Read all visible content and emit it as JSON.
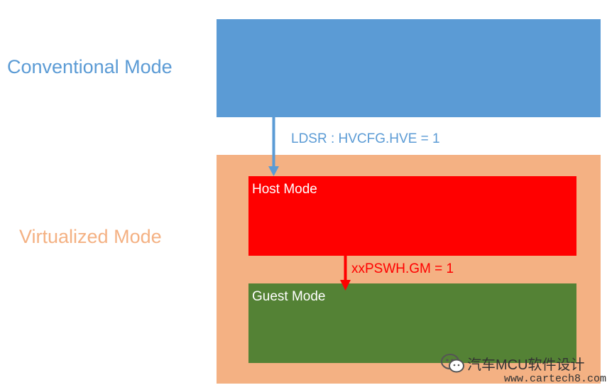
{
  "modes": {
    "conventional": {
      "label": "Conventional Mode",
      "color": "#5b9bd5"
    },
    "virtualized": {
      "label": "Virtualized Mode",
      "color": "#f4b183"
    },
    "host": {
      "label": "Host Mode",
      "color": "#ff0000"
    },
    "guest": {
      "label": "Guest Mode",
      "color": "#548235"
    }
  },
  "transitions": {
    "enter_virtualized": {
      "label": "LDSR : HVCFG.HVE = 1",
      "color": "#5b9bd5"
    },
    "enter_guest": {
      "label": "xxPSWH.GM = 1",
      "color": "#ff0000"
    }
  },
  "watermark": {
    "name": "汽车MCU软件设计",
    "url": "www.cartech8.com",
    "icon": "wechat-icon"
  }
}
